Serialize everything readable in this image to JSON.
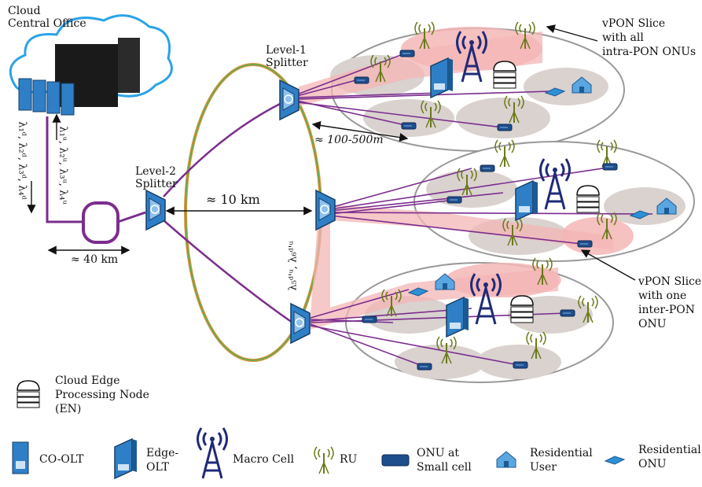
{
  "labels": {
    "cloud_co": [
      "Cloud",
      "Central Office"
    ],
    "level1": [
      "Level-1",
      "Splitter"
    ],
    "level2": [
      "Level-2",
      "Splitter"
    ],
    "dist_10km": "≈ 10 km",
    "dist_40km": "≈ 40 km",
    "dist_100_500m": "≈ 100-500m",
    "lambda_down": "λ₁ᵈ, λ₂ᵈ, λ₃ᵈ, λ₄ᵈ",
    "lambda_up": "λ₁ᵘ, λ₂ᵘ, λ₃ᵘ, λ₄ᵘ",
    "lambda_56": "λ₅ᵈ'ᵘ, λ₆ᵈ'ᵘ",
    "vpon_slice_all": [
      "vPON Slice",
      "with all",
      "intra-PON ONUs"
    ],
    "vpon_slice_one": [
      "vPON Slice",
      "with one",
      "inter-PON",
      "ONU"
    ],
    "edge_node": [
      "Cloud Edge",
      "Processing Node",
      "(EN)"
    ]
  },
  "legend": [
    {
      "icon": "co-olt-icon",
      "label": [
        "CO-OLT"
      ]
    },
    {
      "icon": "edge-olt-icon",
      "label": [
        "Edge-",
        "OLT"
      ]
    },
    {
      "icon": "macro-cell-icon",
      "label": [
        "Macro Cell"
      ]
    },
    {
      "icon": "ru-icon",
      "label": [
        "RU"
      ]
    },
    {
      "icon": "onu-icon",
      "label": [
        "ONU at",
        "Small cell"
      ]
    },
    {
      "icon": "residential-user-icon",
      "label": [
        "Residential",
        "User"
      ]
    },
    {
      "icon": "residential-onu-icon",
      "label": [
        "Residential",
        "ONU"
      ]
    }
  ],
  "colors": {
    "fiber": "#7b2d8e",
    "ring_green": "#6aa84f",
    "ring_orange": "#e69138",
    "slice": "#f4b6b6",
    "cell": "#d9d2cf",
    "navy": "#1f2a78",
    "blue": "#2a78c2",
    "ru": "#6b7a1a"
  }
}
